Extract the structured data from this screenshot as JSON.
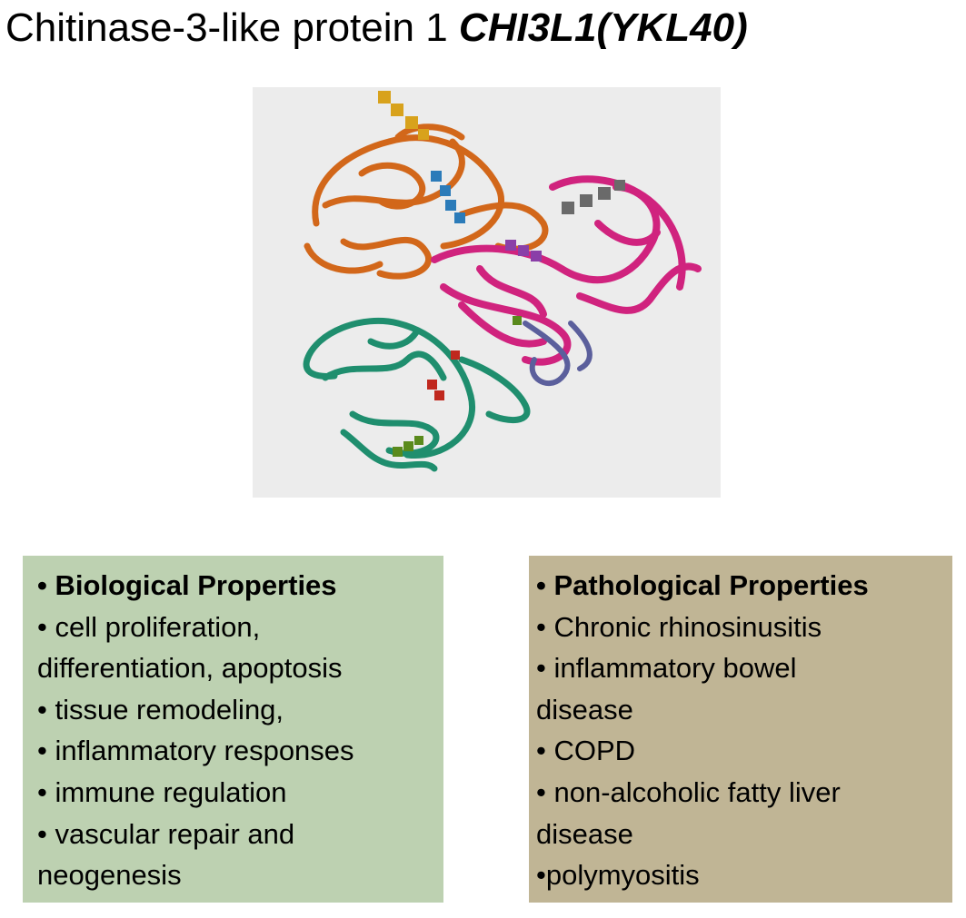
{
  "title": {
    "text": "Chitinase-3-like protein 1 ",
    "gene": "CHI3L1(YKL40)"
  },
  "structure": {
    "chain_colors": [
      "#d2671a",
      "#d0237e",
      "#1f8e6e",
      "#5b5f9c"
    ],
    "ligand_colors": [
      "#d8a21c",
      "#2b7bb9",
      "#6a6a6a",
      "#8a3fa8",
      "#c0281e",
      "#5a8a1c"
    ],
    "background": "#ececec"
  },
  "biological": {
    "heading": "• Biological Properties",
    "lines": [
      "• cell proliferation,",
      "differentiation, apoptosis",
      "• tissue remodeling,",
      "• inflammatory responses",
      "• immune regulation",
      "• vascular repair and",
      "neogenesis"
    ],
    "color": "#bdd1b1"
  },
  "pathological": {
    "heading": "• Pathological Properties",
    "lines": [
      "• Chronic rhinosinusitis",
      "• inflammatory bowel",
      "disease",
      "• COPD",
      "• non-alcoholic fatty liver",
      "disease",
      "•polymyositis"
    ],
    "color": "#c0b595"
  }
}
